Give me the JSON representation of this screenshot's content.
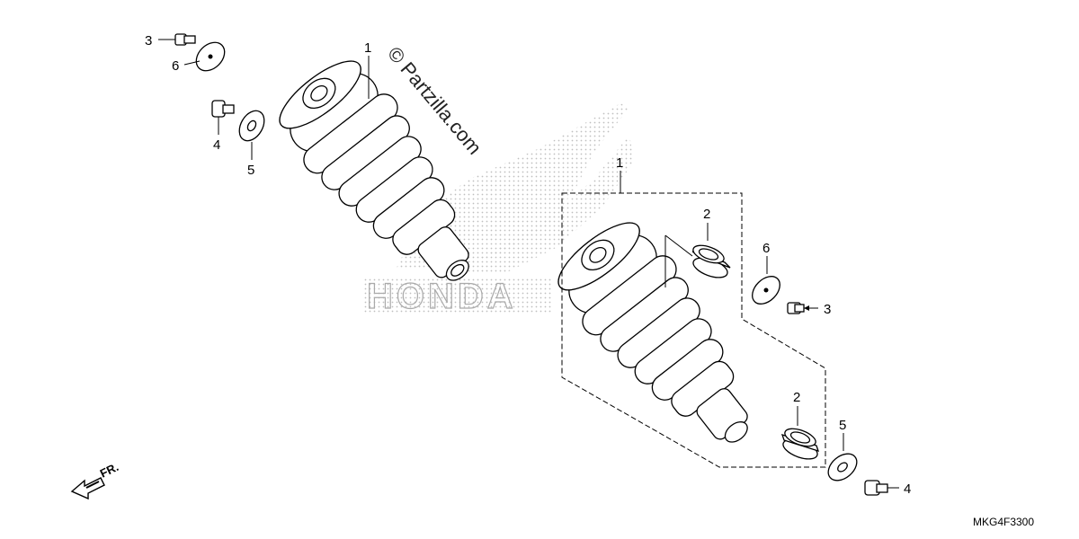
{
  "watermark": {
    "copyright_text": "© Partzilla.com",
    "brand_text": "HONDA"
  },
  "diagram_code": "MKG4F3300",
  "direction_label": "FR.",
  "callouts": {
    "left_assembly": "1",
    "right_assembly": "1",
    "bushing_upper": "2",
    "bushing_lower": "2",
    "bolt_top_left": "3",
    "bolt_right": "3",
    "bolt_mid_left": "4",
    "bolt_bottom_right": "4",
    "washer_mid_left": "5",
    "washer_bottom_right": "5",
    "washer_top_left": "6",
    "washer_right": "6"
  }
}
